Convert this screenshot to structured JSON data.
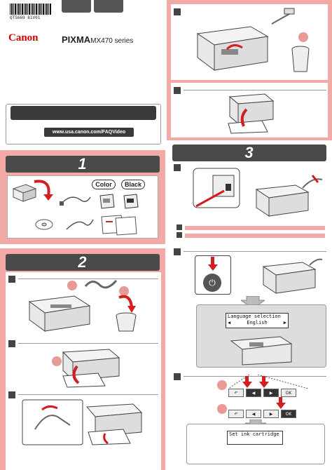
{
  "header": {
    "barcode_text": "QT5669 81V01",
    "brand": "Canon",
    "product_bold": "PIXMA",
    "product_rest": "MX470 series"
  },
  "video_box": {
    "url": "www.usa.canon.com/FAQVideo"
  },
  "steps": {
    "one": "1",
    "two": "2",
    "three": "3"
  },
  "ink_labels": {
    "color": "Color",
    "black": "Black"
  },
  "lcd_language": {
    "line1": "Language selection",
    "line2": "English",
    "left_arrow": "◀",
    "right_arrow": "▶"
  },
  "lcd_ink": {
    "line1": "Set ink cartridge"
  },
  "panel_buttons": {
    "back": "↶",
    "left": "◀",
    "right": "▶",
    "ok": "OK"
  },
  "colors": {
    "accent_pink": "#f2aaa6",
    "banner_dark": "#4a4a4a",
    "arrow_red": "#d21e1e"
  }
}
